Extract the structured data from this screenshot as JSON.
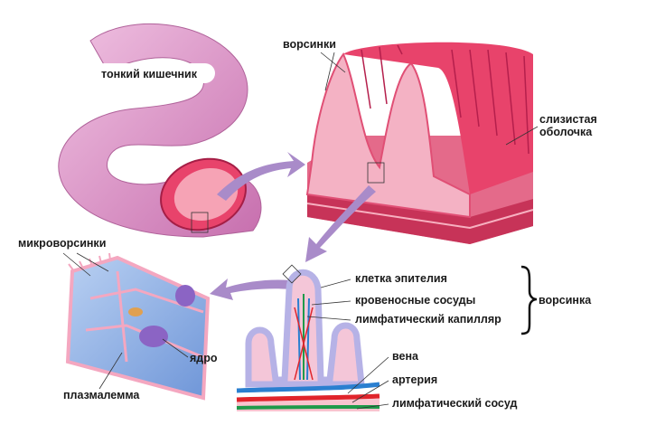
{
  "labels": {
    "small_intestine": "тонкий кишечник",
    "villi": "ворсинки",
    "mucosa_line1": "слизистая",
    "mucosa_line2": "оболочка",
    "microvilli": "микроворсинки",
    "nucleus": "ядро",
    "plasmalemma": "плазмалемма",
    "epithelial_cell": "клетка эпителия",
    "blood_vessels": "кровеносные сосуды",
    "lymph_capillary": "лимфатический капилляр",
    "villus": "ворсинка",
    "vein": "вена",
    "artery": "артерия",
    "lymph_vessel": "лимфатический сосуд"
  },
  "colors": {
    "intestine": "#d98bc2",
    "tissue": "#e8436b",
    "cell": "#8fb4e6",
    "arrow": "#a98bc9",
    "vein": "#2a7fd0",
    "artery": "#e0242b",
    "lymph": "#1f9a4a"
  }
}
